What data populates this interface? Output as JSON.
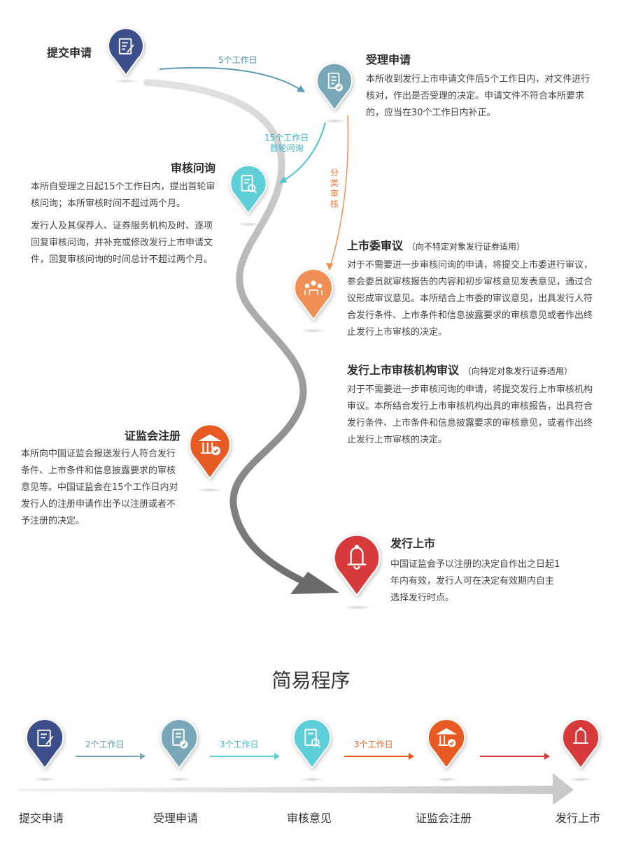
{
  "steps": {
    "submit": {
      "title": "提交申请"
    },
    "accept": {
      "title": "受理申请",
      "desc": "本所收到发行上市申请文件后5个工作日内，对文件进行核对，作出是否受理的决定。申请文件不符合本所要求的，应当在30个工作日内补正。"
    },
    "inquiry": {
      "title": "审核问询",
      "desc1": "本所自受理之日起15个工作日内，提出首轮审核问询；本所审核时间不超过两个月。",
      "desc2": "发行人及其保荐人、证券服务机构及时、逐项回复审核问询，并补充或修改发行上市申请文件，回复审核问询的时间总计不超过两个月。"
    },
    "committee": {
      "title": "上市委审议",
      "note": "（向不特定对象发行证券适用）",
      "desc": "对于不需要进一步审核问询的申请，将提交上市委进行审议，参会委员就审核报告的内容和初步审核意见发表意见，通过合议形成审议意见。本所结合上市委的审议意见，出具发行人符合发行条件、上市条件和信息披露要求的审核意见或者作出终止发行上市审核的决定。"
    },
    "agency": {
      "title": "发行上市审核机构审议",
      "note": "（向特定对象发行证券适用）",
      "desc": "对于不需要进一步审核问询的申请，将提交发行上市审核机构审议。本所结合发行上市审核机构出具的审核报告，出具符合发行条件、上市条件和信息披露要求的审核意见，或者作出终止发行上市审核的决定。"
    },
    "csrc": {
      "title": "证监会注册",
      "desc": "本所向中国证监会报送发行人符合发行条件、上市条件和信息披露要求的审核意见等。中国证监会在15个工作日内对发行人的注册申请作出予以注册或者不予注册的决定。"
    },
    "listing": {
      "title": "发行上市",
      "desc": "中国证监会予以注册的决定自作出之日起1年内有效，发行人可在决定有效期内自主选择发行时点。"
    }
  },
  "arrows": {
    "a1": "5个工作日",
    "a2_line1": "15个工作日",
    "a2_line2": "首轮问询",
    "a3": [
      "分",
      "类",
      "审",
      "核"
    ]
  },
  "simple": {
    "heading": "简易程序",
    "steps": [
      "提交申请",
      "受理申请",
      "审核意见",
      "证监会注册",
      "发行上市"
    ],
    "intervals": [
      "2个工作日",
      "3个工作日",
      "3个工作日",
      ""
    ]
  },
  "colors": {
    "navy": "#3d4f8a",
    "steel": "#78a8b8",
    "cyan": "#5ecfd8",
    "orange": "#f08f55",
    "orangered": "#e85a24",
    "red": "#d63a3a"
  }
}
